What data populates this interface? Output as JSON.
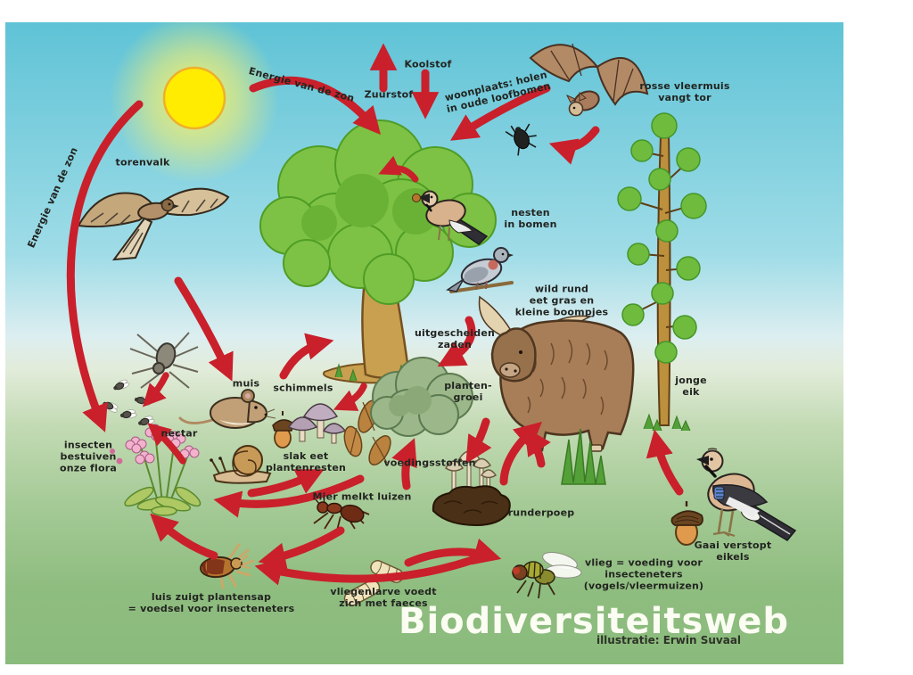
{
  "title": {
    "text": "Biodiversiteitsweb",
    "credit": "illustratie: Erwin Suvaal"
  },
  "colors": {
    "sky": "#5fc3d6",
    "horizon": "#dceef0",
    "ground_light": "#c2dab3",
    "ground_dark": "#8abb7c",
    "arrow": "#c9202b",
    "sun": "#ffec00",
    "title_text": "#fbfdf2",
    "label_text": "#222420"
  },
  "labels": {
    "energie_zon_top": "Energie van de zon",
    "energie_zon_left": "Energie van de zon",
    "zuurstof": "Zuurstof",
    "koolstof": "Koolstof",
    "woonplaats": "woonplaats: holen\nin oude loofbomen",
    "rosse_vleermuis": "rosse vleermuis\nvangt tor",
    "torenvalk": "torenvalk",
    "nesten": "nesten\nin bomen",
    "wild_rund": "wild rund\neet gras en\nkleine boompjes",
    "uitgescheiden": "uitgescheiden\nzaden",
    "jonge_eik": "jonge\neik",
    "muis": "muis",
    "schimmels": "schimmels",
    "planten_groei": "planten-\ngroei",
    "nectar": "nectar",
    "insecten": "insecten\nbestuiven\nonze flora",
    "slak": "slak eet\nplantenresten",
    "voedingsstoffen": "voedingsstoffen",
    "mier": "Mier melkt luizen",
    "runderpoep": "runderpoep",
    "gaai": "Gaai verstopt eikels",
    "luis": "luis zuigt plantensap\n= voedsel voor insecteneters",
    "vliegenlarve": "vliegenlarve voedt\nzich met faeces",
    "vlieg": "vlieg = voeding voor\ninsecteneters (vogels/vleermuizen)"
  },
  "creatures": [
    "sun",
    "kestrel",
    "bat",
    "beetle",
    "oak-tree",
    "jay-in-tree",
    "wood-pigeon",
    "young-oak",
    "wild-cattle",
    "spider",
    "flies",
    "mouse",
    "acorn",
    "fungi-mushrooms",
    "oak-leaves",
    "snail",
    "flowers",
    "shrub",
    "grass-tuft",
    "cattle-dung-with-mushrooms",
    "ant",
    "plant-louse",
    "fly-larvae",
    "fly",
    "jay-on-ground",
    "acorn-large"
  ],
  "arrows": [
    {
      "from": "zon",
      "to": "boom"
    },
    {
      "from": "zon",
      "to": "insecten/bloemen"
    },
    {
      "from": "boom",
      "to": "zuurstof"
    },
    {
      "from": "koolstof",
      "to": "boom"
    },
    {
      "from": "vleermuis",
      "to": "boom (woonplaats)"
    },
    {
      "from": "vleermuis",
      "to": "tor"
    },
    {
      "from": "boomkruin",
      "to": "links"
    },
    {
      "from": "torenvalk",
      "to": "muis"
    },
    {
      "from": "duif",
      "to": "struik (zaden)"
    },
    {
      "from": "schimmels",
      "to": "boom"
    },
    {
      "from": "boom",
      "to": "schimmels"
    },
    {
      "from": "slak",
      "to": "plantenresten"
    },
    {
      "from": "poep-gebied",
      "to": "bloemen"
    },
    {
      "from": "mier",
      "to": "luis"
    },
    {
      "from": "luis",
      "to": "bloemen"
    },
    {
      "from": "bloemen",
      "to": "insecten (nectar)"
    },
    {
      "from": "spin",
      "to": "insecten"
    },
    {
      "from": "rund",
      "to": "runderpoep"
    },
    {
      "from": "runderpoep",
      "to": "voedingsstoffen"
    },
    {
      "from": "runderpoep",
      "to": "gras"
    },
    {
      "from": "gras",
      "to": "rund"
    },
    {
      "from": "eikel",
      "to": "jonge eik"
    },
    {
      "from": "vliegenlarve",
      "to": "vlieg"
    },
    {
      "from": "vlieg",
      "to": "insecteneters"
    }
  ]
}
